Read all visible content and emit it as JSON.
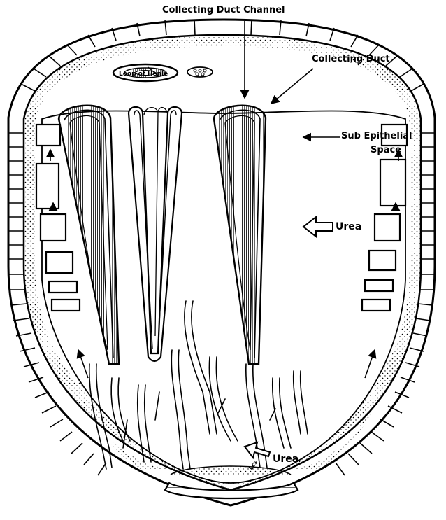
{
  "labels": {
    "collecting_duct_channel": "Collecting Duct Channel",
    "collecting_duct": "Collecting Duct",
    "loop_of_henle": "Loop of Henle",
    "sub_epithelial": "Sub Epithelial",
    "space": "Space",
    "urea_upper": "Urea",
    "urea_lower": "Urea",
    "lcs": "Lcs"
  }
}
